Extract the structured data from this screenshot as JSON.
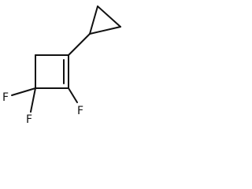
{
  "molecule": {
    "atom_labels": {
      "f1": "F",
      "f2": "F",
      "f3": "F"
    }
  }
}
